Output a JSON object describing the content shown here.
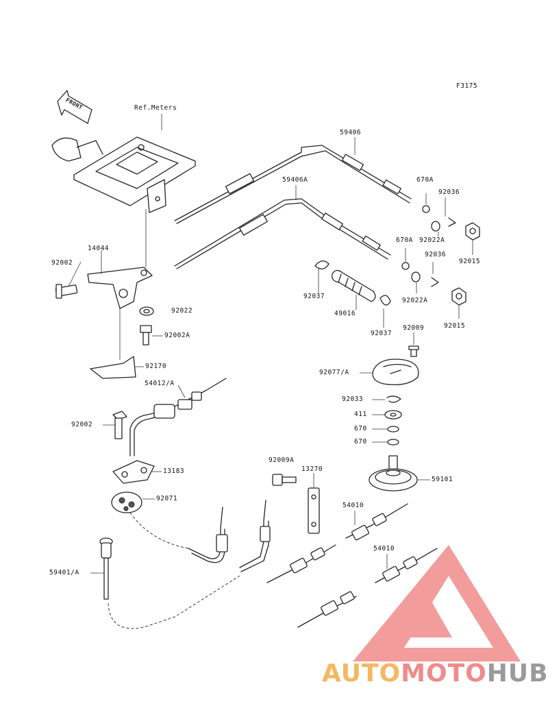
{
  "figure_code": "F3175",
  "front_label": "FRONT",
  "ref_label": "Ref.Meters",
  "labels": {
    "p59406": "59406",
    "p59406A": "59406A",
    "p670A_1": "670A",
    "p92036_1": "92036",
    "p92022A_1": "92022A",
    "p92015_1": "92015",
    "p670A_2": "670A",
    "p92036_2": "92036",
    "p92022A_2": "92022A",
    "p92015_2": "92015",
    "p14044": "14044",
    "p92002_1": "92002",
    "p92022": "92022",
    "p92002A": "92002A",
    "p92170": "92170",
    "p92037_1": "92037",
    "p49016": "49016",
    "p92037_2": "92037",
    "p92009": "92009",
    "p92077A": "92077/A",
    "p54012A": "54012/A",
    "p92002_2": "92002",
    "p92033": "92033",
    "p411": "411",
    "p670_1": "670",
    "p670_2": "670",
    "p13183": "13183",
    "p92071": "92071",
    "p92009A": "92009A",
    "p13270": "13270",
    "p59101": "59101",
    "p54010_1": "54010",
    "p54010_2": "54010",
    "p59401A": "59401/A"
  },
  "watermark": {
    "part1": "AUTO",
    "part2": "MOTO",
    "part3": "HUB",
    "colors": {
      "auto": "#f3b862",
      "moto": "#ef8b8b",
      "hub": "#9a9a9a",
      "triangle": "#ef7b7b"
    }
  }
}
